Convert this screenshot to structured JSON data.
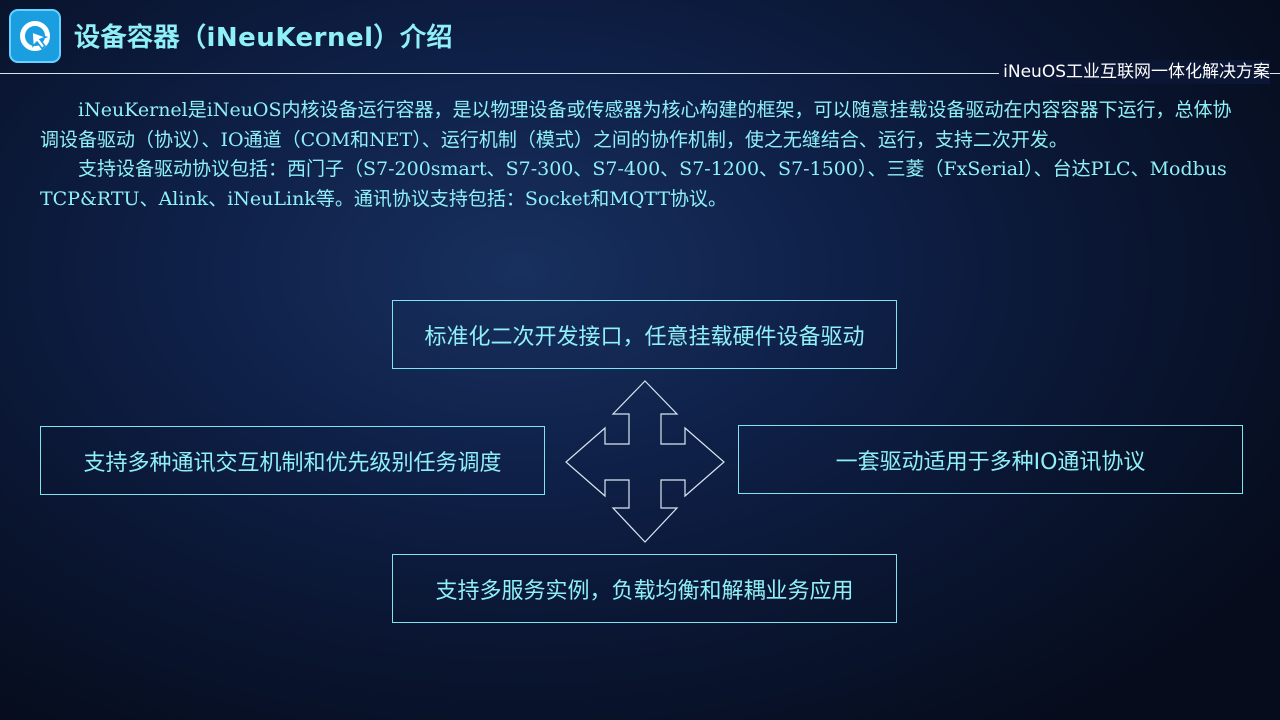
{
  "header": {
    "title": "设备容器（iNeuKernel）介绍",
    "subtitle": "iNeuOS工业互联网一体化解决方案",
    "logo_icon": "ineu-logo-icon"
  },
  "intro": {
    "paragraph1": "iNeuKernel是iNeuOS内核设备运行容器，是以物理设备或传感器为核心构建的框架，可以随意挂载设备驱动在内容容器下运行，总体协调设备驱动（协议）、IO通道（COM和NET）、运行机制（模式）之间的协作机制，使之无缝结合、运行，支持二次开发。",
    "paragraph2": "支持设备驱动协议包括：西门子（S7-200smart、S7-300、S7-400、S7-1200、S7-1500）、三菱（FxSerial）、台达PLC、Modbus TCP&RTU、Alink、iNeuLink等。通讯协议支持包括：Socket和MQTT协议。"
  },
  "diagram": {
    "top": "标准化二次开发接口，任意挂载硬件设备驱动",
    "left": "支持多种通讯交互机制和优先级别任务调度",
    "right": "一套驱动适用于多种IO通讯协议",
    "bottom": "支持多服务实例，负载均衡和解耦业务应用",
    "center_icon": "four-way-arrow-icon"
  },
  "colors": {
    "accent": "#8ff0f8",
    "background": "#0f2149",
    "logo_bg": "#1a9ee0"
  }
}
